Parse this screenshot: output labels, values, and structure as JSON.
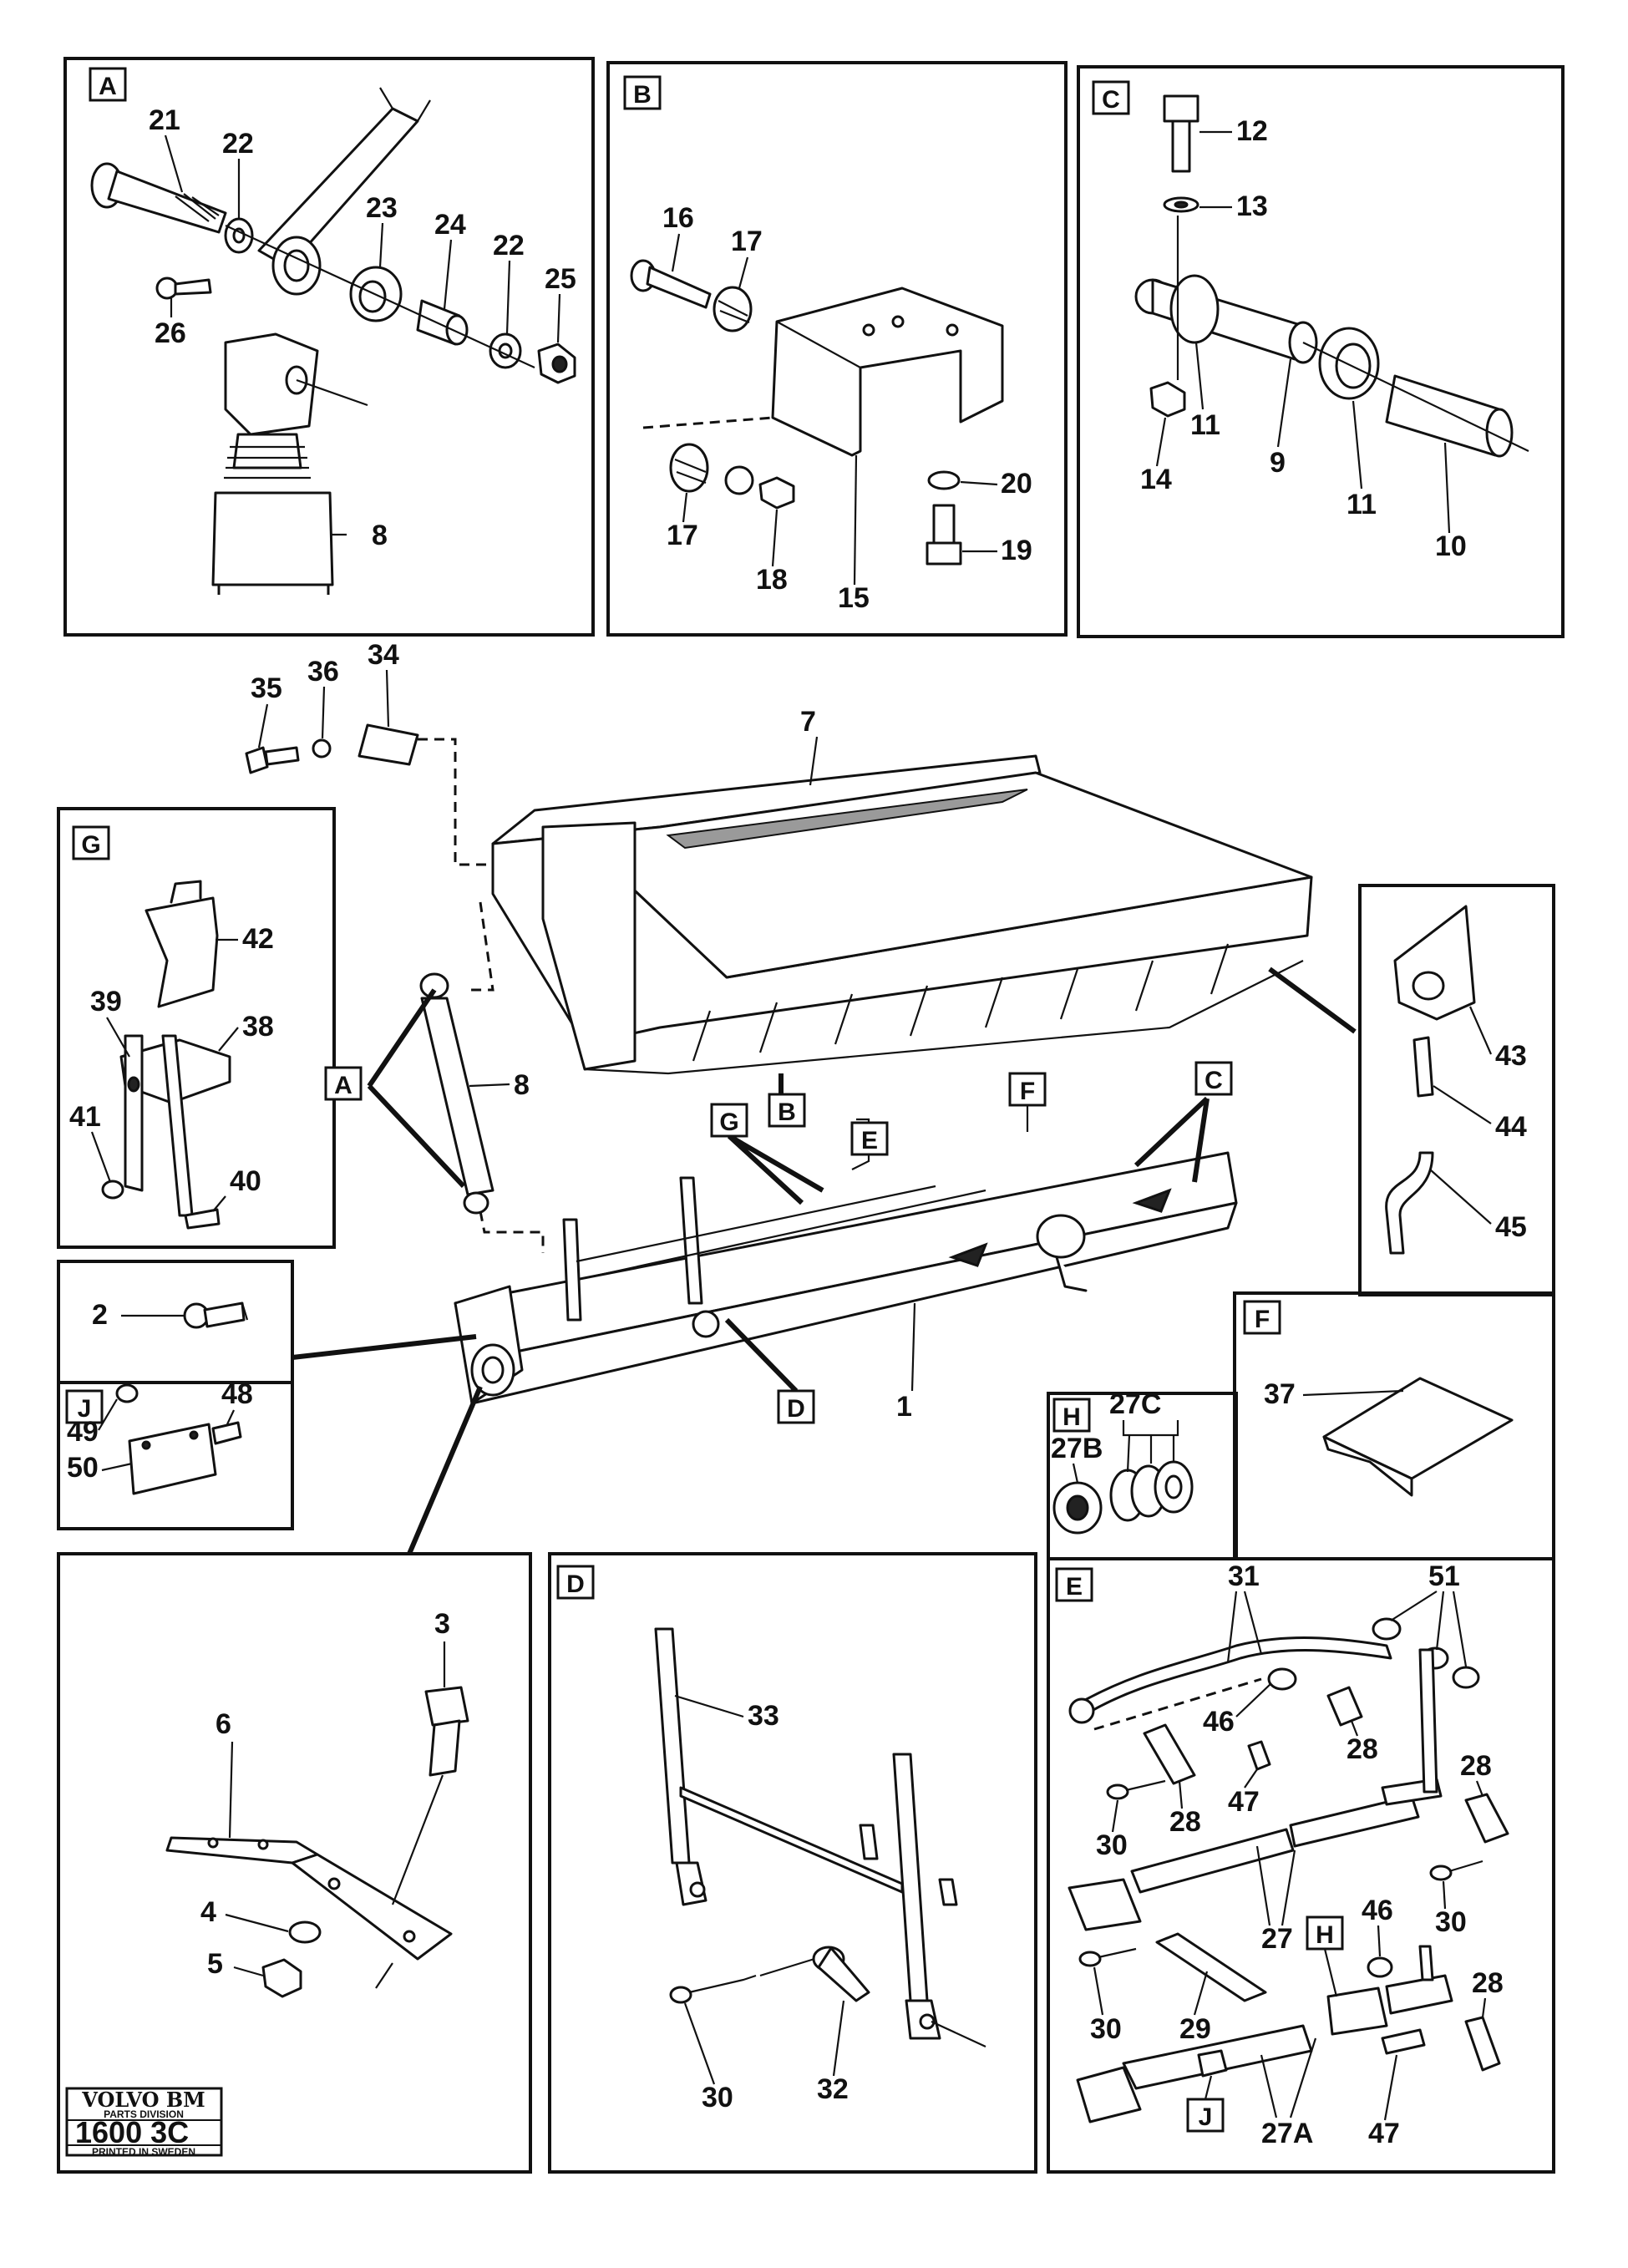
{
  "panels": {
    "A": "A",
    "B": "B",
    "C": "C",
    "D": "D",
    "E": "E",
    "F": "F",
    "G": "G",
    "H": "H",
    "J": "J"
  },
  "callouts": {
    "A": "A",
    "B": "B",
    "C": "C",
    "D": "D",
    "E": "E",
    "F": "F",
    "G": "G",
    "H": "H",
    "J": "J"
  },
  "part_numbers": {
    "p1": "1",
    "p2": "2",
    "p3": "3",
    "p4": "4",
    "p5": "5",
    "p6": "6",
    "p7": "7",
    "p8": "8",
    "p9": "9",
    "p10": "10",
    "p11": "11",
    "p12": "12",
    "p13": "13",
    "p14": "14",
    "p15": "15",
    "p16": "16",
    "p17": "17",
    "p18": "18",
    "p19": "19",
    "p20": "20",
    "p21": "21",
    "p22": "22",
    "p23": "23",
    "p24": "24",
    "p25": "25",
    "p26": "26",
    "p27": "27",
    "p27A": "27A",
    "p27B": "27B",
    "p27C": "27C",
    "p28": "28",
    "p29": "29",
    "p30": "30",
    "p31": "31",
    "p32": "32",
    "p33": "33",
    "p34": "34",
    "p35": "35",
    "p36": "36",
    "p37": "37",
    "p38": "38",
    "p39": "39",
    "p40": "40",
    "p41": "41",
    "p42": "42",
    "p43": "43",
    "p44": "44",
    "p45": "45",
    "p46": "46",
    "p47": "47",
    "p48": "48",
    "p49": "49",
    "p50": "50",
    "p51": "51"
  },
  "logo": {
    "brand": "VOLVO BM",
    "division": "PARTS DIVISION",
    "code": "1600 3C",
    "printed": "PRINTED IN SWEDEN"
  }
}
